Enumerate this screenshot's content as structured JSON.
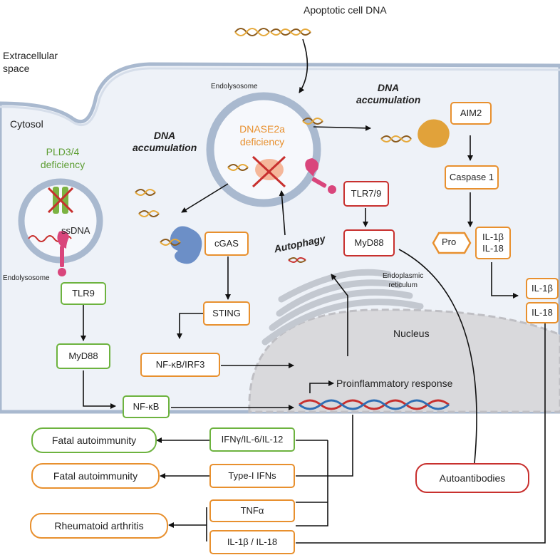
{
  "labels": {
    "apoptotic": "Apoptotic cell DNA",
    "extracellular": "Extracellular",
    "space": "space",
    "cytosol": "Cytosol",
    "endolysosome_top": "Endolysosome",
    "endolysosome_left": "Endolysosome",
    "dna_acc_right_1": "DNA",
    "dna_acc_right_2": "accumulation",
    "dna_acc_left_1": "DNA",
    "dna_acc_left_2": "accumulation",
    "dnase_1": "DNASE2a",
    "dnase_2": "deficiency",
    "pld_1": "PLD3/4",
    "pld_2": "deficiency",
    "ssdna": "ssDNA",
    "autophagy": "Autophagy",
    "er_1": "Endoplasmic",
    "er_2": "reticulum",
    "nucleus": "Nucleus",
    "proinflammatory": "Proinflammatory response"
  },
  "boxes": {
    "aim2": "AIM2",
    "caspase1": "Caspase 1",
    "pro": "Pro",
    "il1b_il18_a": "IL-1β",
    "il1b_il18_b": "IL-18",
    "il1b_out": "IL-1β",
    "il18_out": "IL-18",
    "tlr79": "TLR7/9",
    "myd88_red": "MyD88",
    "cgas": "cGAS",
    "sting": "STING",
    "nfkb_irf3": "NF-κB/IRF3",
    "tlr9": "TLR9",
    "myd88_green": "MyD88",
    "nfkb": "NF-κB",
    "ifng": "IFNγ/IL-6/IL-12",
    "type1": "Type-I IFNs",
    "tnfa": "TNFα",
    "il1b_il18": "IL-1β / IL-18"
  },
  "outcomes": {
    "fatal_green": "Fatal autoimmunity",
    "fatal_orange": "Fatal autoimmunity",
    "ra": "Rheumatoid arthritis",
    "autoantibodies": "Autoantibodies"
  },
  "colors": {
    "orange": "#E8902E",
    "green": "#6DB33F",
    "red": "#C8302E",
    "cell_bg": "#EEF2F8",
    "membrane": "#A9B9CF",
    "nucleus": "#D9D9DC"
  }
}
